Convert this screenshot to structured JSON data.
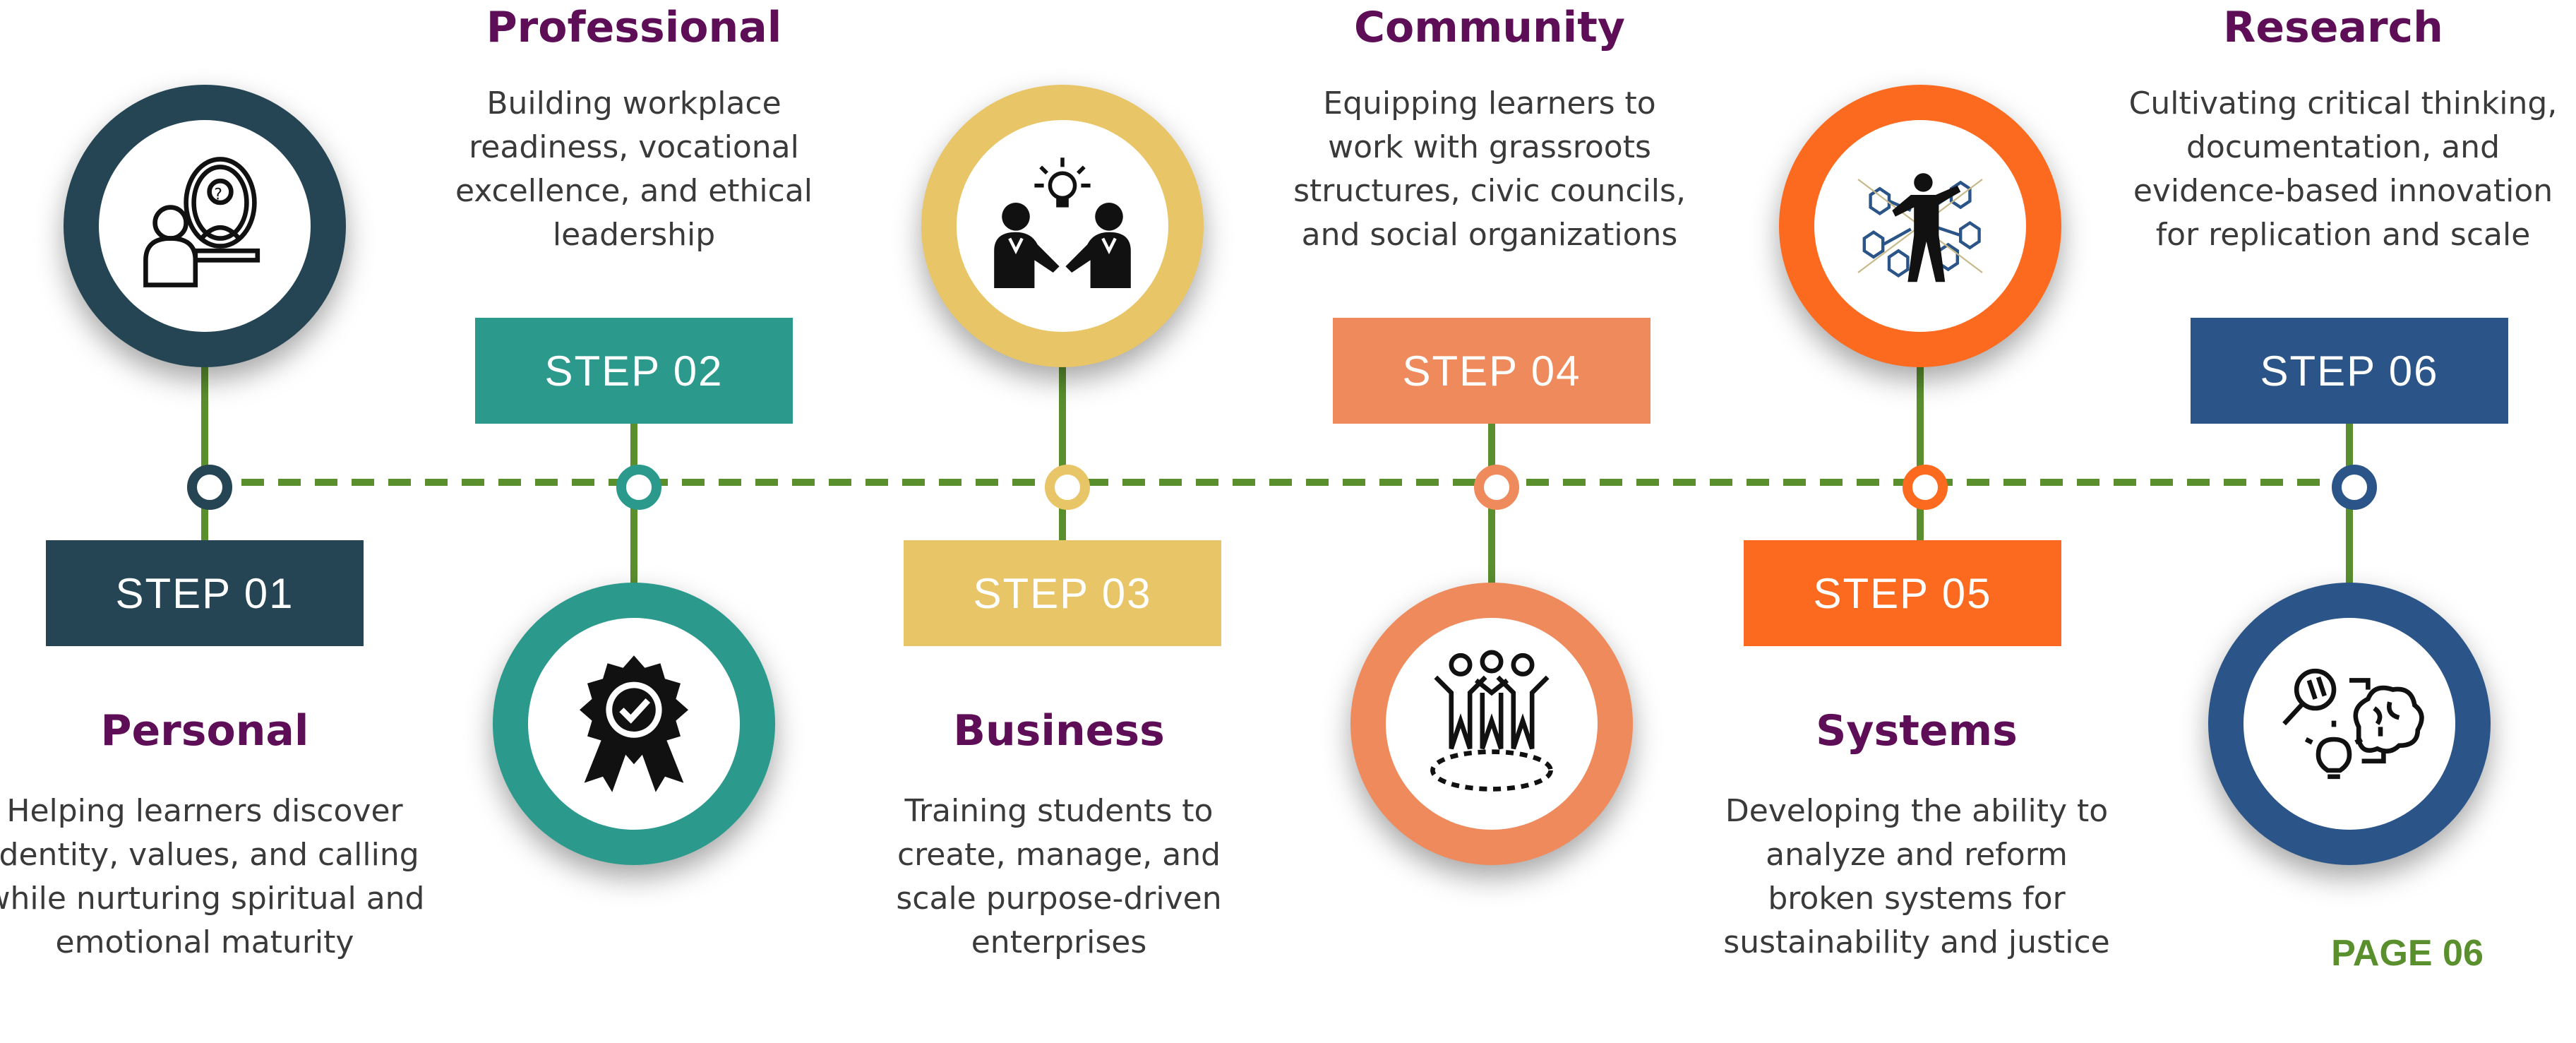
{
  "colors": {
    "line": "#5a8f2e",
    "title": "#5d0e57",
    "text": "#3a3a3a",
    "step_01": "#254554",
    "step_02": "#2b9a8c",
    "step_03": "#e8c566",
    "step_04": "#ee8a5b",
    "step_05": "#fb6a1e",
    "step_06": "#2b5588",
    "page_label": "#5a8f2e"
  },
  "steps": [
    {
      "label": "STEP 01",
      "title": "Personal",
      "description": "Helping learners discover identity, values, and calling while nurturing spiritual and emotional maturity",
      "icon": "self-reflection-mirror-icon",
      "color": "#254554"
    },
    {
      "label": "STEP 02",
      "title": "Professional",
      "description": "Building workplace readiness, vocational excellence, and ethical leadership",
      "icon": "award-badge-icon",
      "color": "#2b9a8c"
    },
    {
      "label": "STEP 03",
      "title": "Business",
      "description": "Training students to create, manage, and scale purpose-driven enterprises",
      "icon": "business-handshake-icon",
      "color": "#e8c566"
    },
    {
      "label": "STEP 04",
      "title": "Community",
      "description": "Equipping learners to work with grassroots structures, civic councils, and social organizations",
      "icon": "community-people-icon",
      "color": "#ee8a5b"
    },
    {
      "label": "STEP 05",
      "title": "Systems",
      "description": "Developing the ability to analyze and reform broken systems for sustainability and justice",
      "icon": "systems-network-icon",
      "color": "#fb6a1e"
    },
    {
      "label": "STEP 06",
      "title": "Research",
      "description": "Cultivating critical thinking, documentation, and evidence-based innovation for replication and scale",
      "icon": "research-brain-icon",
      "color": "#2b5588"
    }
  ],
  "page_label": "PAGE 06"
}
